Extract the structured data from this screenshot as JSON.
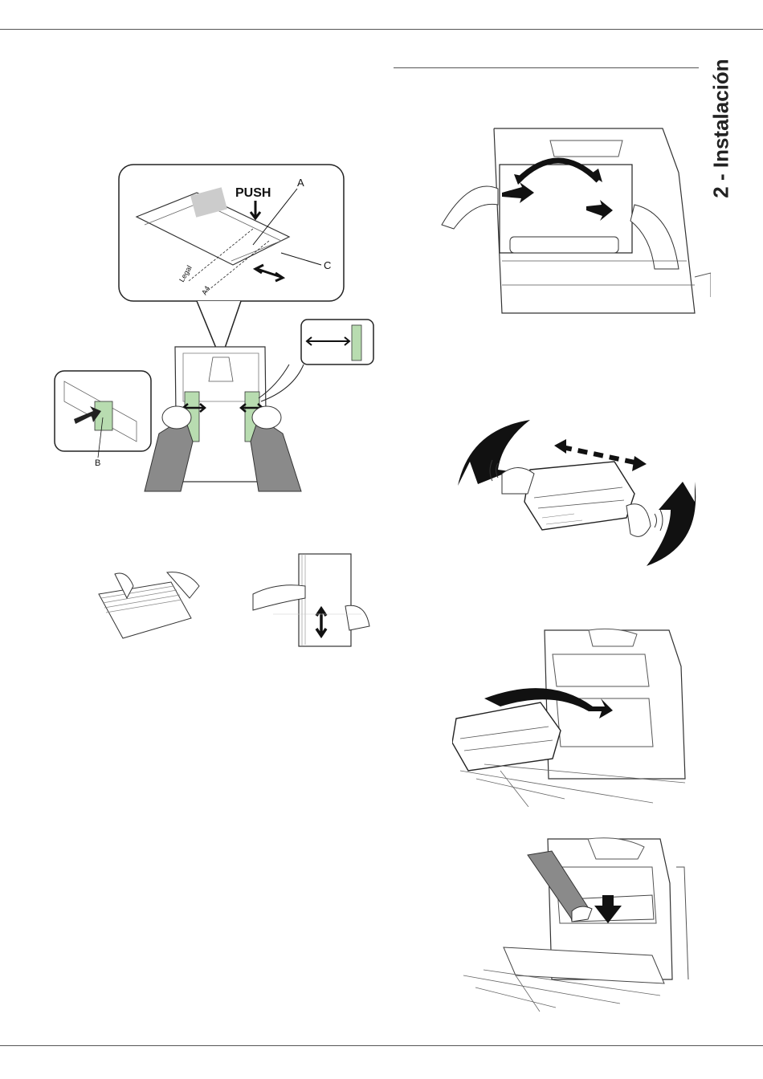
{
  "section_tab": "2 - Instalación",
  "figures": {
    "tray": {
      "push_label": "PUSH",
      "callout_a": "A",
      "callout_b": "B",
      "callout_c": "C",
      "legal_label": "Legal",
      "a4_label": "A4"
    }
  },
  "colors": {
    "accent_green": "#b8dcb0",
    "line": "#222222",
    "rule": "#555555"
  }
}
